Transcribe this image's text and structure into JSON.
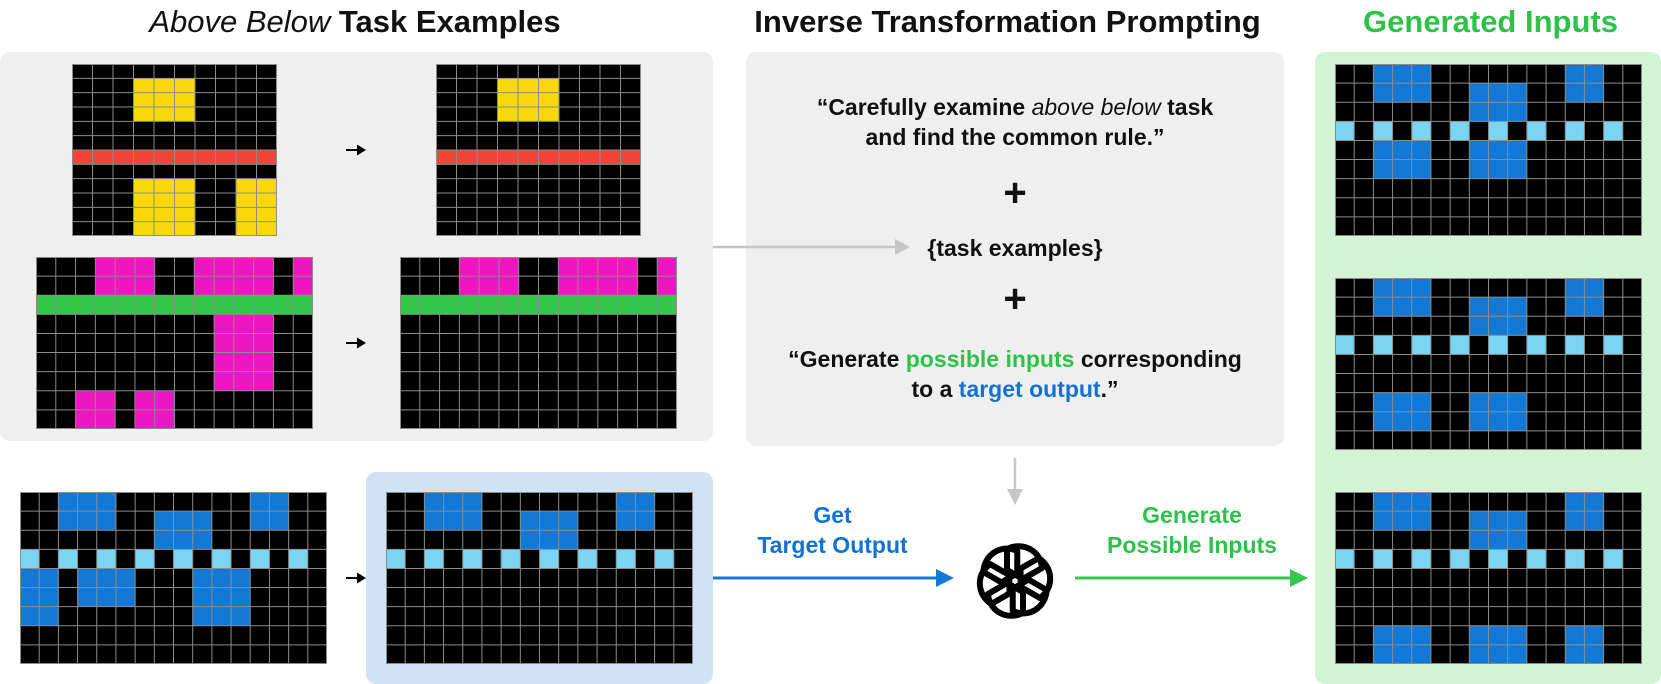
{
  "titles": {
    "examples_italic": "Above Below",
    "examples_bold": "Task Examples",
    "prompting": "Inverse Transformation Prompting",
    "generated": "Generated Inputs"
  },
  "prompt": {
    "line1_a": "“Carefully examine ",
    "line1_italic": "above below",
    "line1_b": " task",
    "line2": "and find the common rule.”",
    "plus": "+",
    "task_examples": "{task examples}",
    "gen_a": "“Generate ",
    "gen_green": "possible inputs",
    "gen_b": " corresponding",
    "gen_c": "to a ",
    "gen_blue": "target output",
    "gen_d": ".”"
  },
  "steps": {
    "get_target_line1": "Get",
    "get_target_line2": "Target Output",
    "generate_line1": "Generate",
    "generate_line2": "Possible Inputs"
  },
  "colors": {
    "black": "#000000",
    "yellow": "#f8d70b",
    "red": "#f2453a",
    "magenta": "#ec17c0",
    "green": "#34c74c",
    "blue": "#1479d4",
    "light_blue": "#7ad5f2",
    "grid_line": "#8c8c8c",
    "title_green": "#2fc24a",
    "label_blue": "#1272d3",
    "arrow_gray": "#c6c6c6"
  },
  "icons": {
    "openai_logo": "openai-logo-icon",
    "arrow": "arrow-right-icon"
  },
  "grids": {
    "ex1_input": {
      "rows": 12,
      "cols": 10,
      "rects": [
        {
          "c": "yellow",
          "r0": 1,
          "r1": 3,
          "c0": 3,
          "c1": 5
        },
        {
          "c": "red",
          "r0": 6,
          "r1": 6,
          "c0": 0,
          "c1": 9
        },
        {
          "c": "yellow",
          "r0": 8,
          "r1": 11,
          "c0": 3,
          "c1": 5
        },
        {
          "c": "yellow",
          "r0": 8,
          "r1": 11,
          "c0": 8,
          "c1": 9
        }
      ]
    },
    "ex1_output": {
      "rows": 12,
      "cols": 10,
      "rects": [
        {
          "c": "yellow",
          "r0": 1,
          "r1": 3,
          "c0": 3,
          "c1": 5
        },
        {
          "c": "red",
          "r0": 6,
          "r1": 6,
          "c0": 0,
          "c1": 9
        }
      ]
    },
    "ex2_input": {
      "rows": 9,
      "cols": 14,
      "rects": [
        {
          "c": "magenta",
          "r0": 0,
          "r1": 1,
          "c0": 3,
          "c1": 5
        },
        {
          "c": "magenta",
          "r0": 0,
          "r1": 1,
          "c0": 8,
          "c1": 11
        },
        {
          "c": "magenta",
          "r0": 0,
          "r1": 1,
          "c0": 13,
          "c1": 13
        },
        {
          "c": "green",
          "r0": 2,
          "r1": 2,
          "c0": 0,
          "c1": 13
        },
        {
          "c": "magenta",
          "r0": 3,
          "r1": 6,
          "c0": 9,
          "c1": 11
        },
        {
          "c": "magenta",
          "r0": 7,
          "r1": 8,
          "c0": 2,
          "c1": 3
        },
        {
          "c": "magenta",
          "r0": 7,
          "r1": 8,
          "c0": 5,
          "c1": 6
        }
      ]
    },
    "ex2_output": {
      "rows": 9,
      "cols": 14,
      "rects": [
        {
          "c": "magenta",
          "r0": 0,
          "r1": 1,
          "c0": 3,
          "c1": 5
        },
        {
          "c": "magenta",
          "r0": 0,
          "r1": 1,
          "c0": 8,
          "c1": 11
        },
        {
          "c": "magenta",
          "r0": 0,
          "r1": 1,
          "c0": 13,
          "c1": 13
        },
        {
          "c": "green",
          "r0": 2,
          "r1": 2,
          "c0": 0,
          "c1": 13
        }
      ]
    },
    "test_input": {
      "rows": 9,
      "cols": 16,
      "rects": [
        {
          "c": "blue",
          "r0": 0,
          "r1": 1,
          "c0": 2,
          "c1": 4
        },
        {
          "c": "blue",
          "r0": 1,
          "r1": 2,
          "c0": 7,
          "c1": 9
        },
        {
          "c": "blue",
          "r0": 0,
          "r1": 1,
          "c0": 12,
          "c1": 13
        },
        {
          "c": "light_blue",
          "cells": [
            [
              3,
              0
            ],
            [
              3,
              2
            ],
            [
              3,
              4
            ],
            [
              3,
              6
            ],
            [
              3,
              8
            ],
            [
              3,
              10
            ],
            [
              3,
              12
            ],
            [
              3,
              14
            ]
          ]
        },
        {
          "c": "blue",
          "r0": 4,
          "r1": 6,
          "c0": 0,
          "c1": 1
        },
        {
          "c": "blue",
          "r0": 4,
          "r1": 5,
          "c0": 3,
          "c1": 5
        },
        {
          "c": "blue",
          "r0": 4,
          "r1": 6,
          "c0": 9,
          "c1": 11
        }
      ]
    },
    "target_output": {
      "rows": 9,
      "cols": 16,
      "rects": [
        {
          "c": "blue",
          "r0": 0,
          "r1": 1,
          "c0": 2,
          "c1": 4
        },
        {
          "c": "blue",
          "r0": 1,
          "r1": 2,
          "c0": 7,
          "c1": 9
        },
        {
          "c": "blue",
          "r0": 0,
          "r1": 1,
          "c0": 12,
          "c1": 13
        },
        {
          "c": "light_blue",
          "cells": [
            [
              3,
              0
            ],
            [
              3,
              2
            ],
            [
              3,
              4
            ],
            [
              3,
              6
            ],
            [
              3,
              8
            ],
            [
              3,
              10
            ],
            [
              3,
              12
            ],
            [
              3,
              14
            ]
          ]
        }
      ]
    },
    "gen1": {
      "rows": 9,
      "cols": 16,
      "rects": [
        {
          "c": "blue",
          "r0": 0,
          "r1": 1,
          "c0": 2,
          "c1": 4
        },
        {
          "c": "blue",
          "r0": 1,
          "r1": 2,
          "c0": 7,
          "c1": 9
        },
        {
          "c": "blue",
          "r0": 0,
          "r1": 1,
          "c0": 12,
          "c1": 13
        },
        {
          "c": "light_blue",
          "cells": [
            [
              3,
              0
            ],
            [
              3,
              2
            ],
            [
              3,
              4
            ],
            [
              3,
              6
            ],
            [
              3,
              8
            ],
            [
              3,
              10
            ],
            [
              3,
              12
            ],
            [
              3,
              14
            ]
          ]
        },
        {
          "c": "blue",
          "r0": 4,
          "r1": 5,
          "c0": 2,
          "c1": 4
        },
        {
          "c": "blue",
          "r0": 4,
          "r1": 5,
          "c0": 7,
          "c1": 9
        }
      ]
    },
    "gen2": {
      "rows": 9,
      "cols": 16,
      "rects": [
        {
          "c": "blue",
          "r0": 0,
          "r1": 1,
          "c0": 2,
          "c1": 4
        },
        {
          "c": "blue",
          "r0": 1,
          "r1": 2,
          "c0": 7,
          "c1": 9
        },
        {
          "c": "blue",
          "r0": 0,
          "r1": 1,
          "c0": 12,
          "c1": 13
        },
        {
          "c": "light_blue",
          "cells": [
            [
              3,
              0
            ],
            [
              3,
              2
            ],
            [
              3,
              4
            ],
            [
              3,
              6
            ],
            [
              3,
              8
            ],
            [
              3,
              10
            ],
            [
              3,
              12
            ],
            [
              3,
              14
            ]
          ]
        },
        {
          "c": "blue",
          "r0": 6,
          "r1": 7,
          "c0": 2,
          "c1": 4
        },
        {
          "c": "blue",
          "r0": 6,
          "r1": 7,
          "c0": 7,
          "c1": 9
        }
      ]
    },
    "gen3": {
      "rows": 9,
      "cols": 16,
      "rects": [
        {
          "c": "blue",
          "r0": 0,
          "r1": 1,
          "c0": 2,
          "c1": 4
        },
        {
          "c": "blue",
          "r0": 1,
          "r1": 2,
          "c0": 7,
          "c1": 9
        },
        {
          "c": "blue",
          "r0": 0,
          "r1": 1,
          "c0": 12,
          "c1": 13
        },
        {
          "c": "light_blue",
          "cells": [
            [
              3,
              0
            ],
            [
              3,
              2
            ],
            [
              3,
              4
            ],
            [
              3,
              6
            ],
            [
              3,
              8
            ],
            [
              3,
              10
            ],
            [
              3,
              12
            ],
            [
              3,
              14
            ]
          ]
        },
        {
          "c": "blue",
          "r0": 7,
          "r1": 8,
          "c0": 2,
          "c1": 4
        },
        {
          "c": "blue",
          "r0": 7,
          "r1": 8,
          "c0": 7,
          "c1": 9
        },
        {
          "c": "blue",
          "r0": 7,
          "r1": 8,
          "c0": 12,
          "c1": 13
        }
      ]
    }
  }
}
